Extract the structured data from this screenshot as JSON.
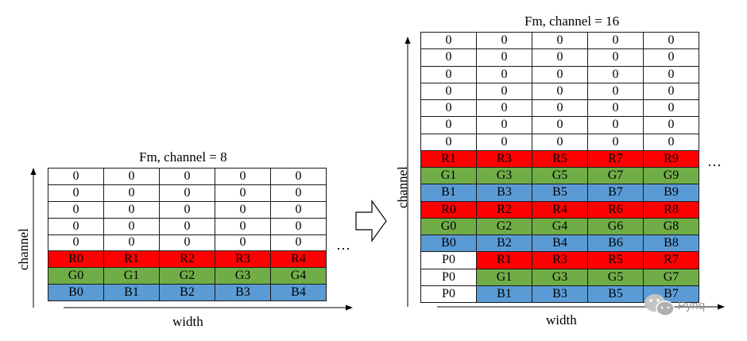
{
  "left": {
    "title": "Fm, channel = 8",
    "ylabel": "channel",
    "xlabel": "width",
    "ellipsis": "…",
    "rows": [
      {
        "color": "white",
        "cells": [
          "0",
          "0",
          "0",
          "0",
          "0"
        ]
      },
      {
        "color": "white",
        "cells": [
          "0",
          "0",
          "0",
          "0",
          "0"
        ]
      },
      {
        "color": "white",
        "cells": [
          "0",
          "0",
          "0",
          "0",
          "0"
        ]
      },
      {
        "color": "white",
        "cells": [
          "0",
          "0",
          "0",
          "0",
          "0"
        ]
      },
      {
        "color": "white",
        "cells": [
          "0",
          "0",
          "0",
          "0",
          "0"
        ]
      },
      {
        "color": "red",
        "cells": [
          "R0",
          "R1",
          "R2",
          "R3",
          "R4"
        ]
      },
      {
        "color": "green",
        "cells": [
          "G0",
          "G1",
          "G2",
          "G3",
          "G4"
        ]
      },
      {
        "color": "blue",
        "cells": [
          "B0",
          "B1",
          "B2",
          "B3",
          "B4"
        ]
      }
    ]
  },
  "right": {
    "title": "Fm, channel = 16",
    "ylabel": "channel",
    "xlabel": "width",
    "ellipsis": "…",
    "rows": [
      {
        "colors": [
          "white",
          "white",
          "white",
          "white",
          "white"
        ],
        "cells": [
          "0",
          "0",
          "0",
          "0",
          "0"
        ]
      },
      {
        "colors": [
          "white",
          "white",
          "white",
          "white",
          "white"
        ],
        "cells": [
          "0",
          "0",
          "0",
          "0",
          "0"
        ]
      },
      {
        "colors": [
          "white",
          "white",
          "white",
          "white",
          "white"
        ],
        "cells": [
          "0",
          "0",
          "0",
          "0",
          "0"
        ]
      },
      {
        "colors": [
          "white",
          "white",
          "white",
          "white",
          "white"
        ],
        "cells": [
          "0",
          "0",
          "0",
          "0",
          "0"
        ]
      },
      {
        "colors": [
          "white",
          "white",
          "white",
          "white",
          "white"
        ],
        "cells": [
          "0",
          "0",
          "0",
          "0",
          "0"
        ]
      },
      {
        "colors": [
          "white",
          "white",
          "white",
          "white",
          "white"
        ],
        "cells": [
          "0",
          "0",
          "0",
          "0",
          "0"
        ]
      },
      {
        "colors": [
          "white",
          "white",
          "white",
          "white",
          "white"
        ],
        "cells": [
          "0",
          "0",
          "0",
          "0",
          "0"
        ]
      },
      {
        "colors": [
          "red",
          "red",
          "red",
          "red",
          "red"
        ],
        "cells": [
          "R1",
          "R3",
          "R5",
          "R7",
          "R9"
        ]
      },
      {
        "colors": [
          "green",
          "green",
          "green",
          "green",
          "green"
        ],
        "cells": [
          "G1",
          "G3",
          "G5",
          "G7",
          "G9"
        ]
      },
      {
        "colors": [
          "blue",
          "blue",
          "blue",
          "blue",
          "blue"
        ],
        "cells": [
          "B1",
          "B3",
          "B5",
          "B7",
          "B9"
        ]
      },
      {
        "colors": [
          "red",
          "red",
          "red",
          "red",
          "red"
        ],
        "cells": [
          "R0",
          "R2",
          "R4",
          "R6",
          "R8"
        ]
      },
      {
        "colors": [
          "green",
          "green",
          "green",
          "green",
          "green"
        ],
        "cells": [
          "G0",
          "G2",
          "G4",
          "G6",
          "G8"
        ]
      },
      {
        "colors": [
          "blue",
          "blue",
          "blue",
          "blue",
          "blue"
        ],
        "cells": [
          "B0",
          "B2",
          "B4",
          "B6",
          "B8"
        ]
      },
      {
        "colors": [
          "white",
          "red",
          "red",
          "red",
          "red"
        ],
        "cells": [
          "P0",
          "R1",
          "R3",
          "R5",
          "R7"
        ]
      },
      {
        "colors": [
          "white",
          "green",
          "green",
          "green",
          "green"
        ],
        "cells": [
          "P0",
          "G1",
          "G3",
          "G5",
          "G7"
        ]
      },
      {
        "colors": [
          "white",
          "blue",
          "blue",
          "blue",
          "blue"
        ],
        "cells": [
          "P0",
          "B1",
          "B3",
          "B5",
          "B7"
        ]
      }
    ]
  },
  "watermark": "Pynq",
  "colors": {
    "white": "#ffffff",
    "red": "#ff0000",
    "green": "#70ad47",
    "blue": "#5b9bd5"
  }
}
